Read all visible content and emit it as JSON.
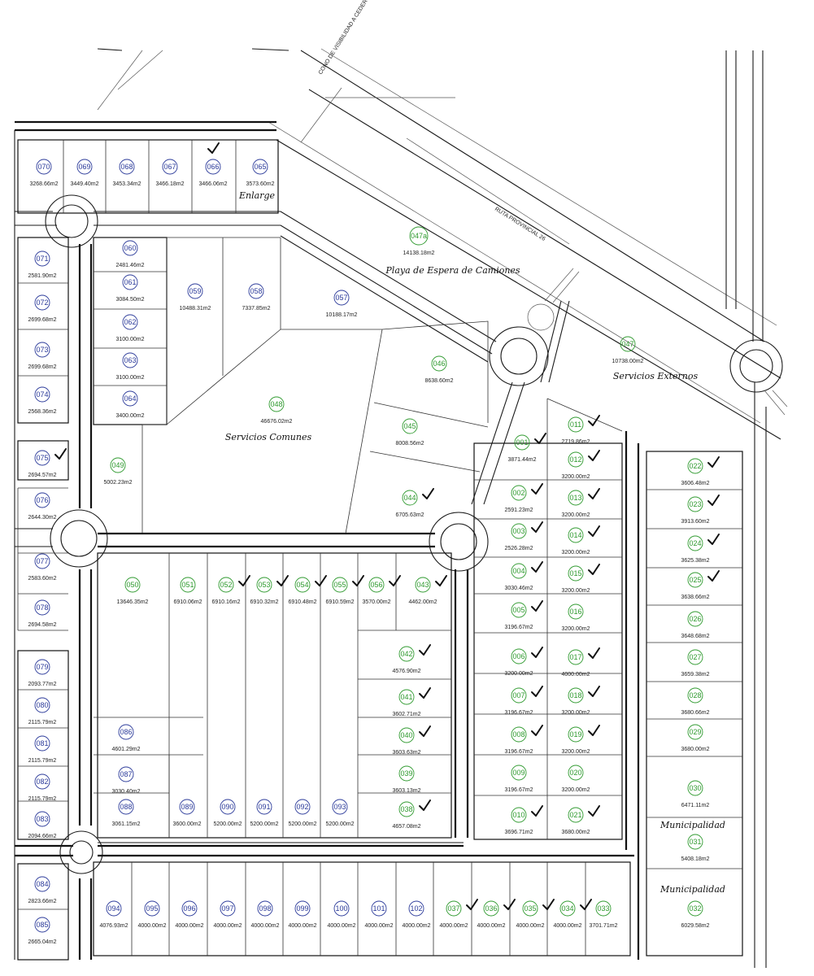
{
  "map": {
    "road_labels": {
      "route": "RUTA PROVINCIAL 26",
      "control": "CONO DE VISIBILIDAD A CEDER"
    },
    "zone_labels": {
      "truck_wait": "Playa de Espera de Camiones",
      "common_services": "Servicios Comunes",
      "external_services": "Servicios Externos",
      "municipal_1": "Municipalidad",
      "municipal_2": "Municipalidad",
      "enlarge": "Enlarge"
    },
    "lots": [
      {
        "id": "070",
        "area": "3268.66m2",
        "color": "blue",
        "check": false
      },
      {
        "id": "069",
        "area": "3449.40m2",
        "color": "blue",
        "check": false
      },
      {
        "id": "068",
        "area": "3453.34m2",
        "color": "blue",
        "check": false
      },
      {
        "id": "067",
        "area": "3466.18m2",
        "color": "blue",
        "check": false
      },
      {
        "id": "066",
        "area": "3466.06m2",
        "color": "blue",
        "check": true
      },
      {
        "id": "065",
        "area": "3573.60m2",
        "color": "blue",
        "check": false
      },
      {
        "id": "047a",
        "area": "14138.18m2",
        "color": "green",
        "check": false
      },
      {
        "id": "060",
        "area": "2481.46m2",
        "color": "blue",
        "check": false
      },
      {
        "id": "061",
        "area": "3084.50m2",
        "color": "blue",
        "check": false
      },
      {
        "id": "062",
        "area": "3100.00m2",
        "color": "blue",
        "check": false
      },
      {
        "id": "063",
        "area": "3100.00m2",
        "color": "blue",
        "check": false
      },
      {
        "id": "064",
        "area": "3400.00m2",
        "color": "blue",
        "check": false
      },
      {
        "id": "059",
        "area": "10488.31m2",
        "color": "blue",
        "check": false
      },
      {
        "id": "058",
        "area": "7337.85m2",
        "color": "blue",
        "check": false
      },
      {
        "id": "057",
        "area": "10188.17m2",
        "color": "blue",
        "check": false
      },
      {
        "id": "071",
        "area": "2581.90m2",
        "color": "blue",
        "check": false
      },
      {
        "id": "072",
        "area": "2699.68m2",
        "color": "blue",
        "check": false
      },
      {
        "id": "073",
        "area": "2699.68m2",
        "color": "blue",
        "check": false
      },
      {
        "id": "074",
        "area": "2568.36m2",
        "color": "blue",
        "check": false
      },
      {
        "id": "046",
        "area": "8638.60m2",
        "color": "green",
        "check": false
      },
      {
        "id": "047",
        "area": "10738.00m2",
        "color": "green",
        "check": false
      },
      {
        "id": "048",
        "area": "46676.02m2",
        "color": "green",
        "check": false
      },
      {
        "id": "045",
        "area": "8008.56m2",
        "color": "green",
        "check": false
      },
      {
        "id": "044",
        "area": "6705.63m2",
        "color": "green",
        "check": true
      },
      {
        "id": "049",
        "area": "5002.23m2",
        "color": "green",
        "check": false
      },
      {
        "id": "075",
        "area": "2694.57m2",
        "color": "blue",
        "check": true
      },
      {
        "id": "076",
        "area": "2644.30m2",
        "color": "blue",
        "check": false
      },
      {
        "id": "077",
        "area": "2583.60m2",
        "color": "blue",
        "check": false
      },
      {
        "id": "078",
        "area": "2694.58m2",
        "color": "blue",
        "check": false
      },
      {
        "id": "011",
        "area": "2719.86m2",
        "color": "green",
        "check": true
      },
      {
        "id": "001",
        "area": "3871.44m2",
        "color": "green",
        "check": true
      },
      {
        "id": "012",
        "area": "3200.00m2",
        "color": "green",
        "check": true
      },
      {
        "id": "002",
        "area": "2591.23m2",
        "color": "green",
        "check": true
      },
      {
        "id": "013",
        "area": "3200.00m2",
        "color": "green",
        "check": true
      },
      {
        "id": "003",
        "area": "2526.28m2",
        "color": "green",
        "check": true
      },
      {
        "id": "014",
        "area": "3200.00m2",
        "color": "green",
        "check": true
      },
      {
        "id": "004",
        "area": "3030.46m2",
        "color": "green",
        "check": true
      },
      {
        "id": "015",
        "area": "3200.00m2",
        "color": "green",
        "check": true
      },
      {
        "id": "005",
        "area": "3196.67m2",
        "color": "green",
        "check": true
      },
      {
        "id": "016",
        "area": "3200.00m2",
        "color": "green",
        "check": false
      },
      {
        "id": "006",
        "area": "3200.00m2",
        "color": "green",
        "check": true
      },
      {
        "id": "017",
        "area": "4000.00m2",
        "color": "green",
        "check": true
      },
      {
        "id": "007",
        "area": "3196.67m2",
        "color": "green",
        "check": true
      },
      {
        "id": "018",
        "area": "3200.00m2",
        "color": "green",
        "check": true
      },
      {
        "id": "008",
        "area": "3196.67m2",
        "color": "green",
        "check": true
      },
      {
        "id": "019",
        "area": "3200.00m2",
        "color": "green",
        "check": true
      },
      {
        "id": "009",
        "area": "3196.67m2",
        "color": "green",
        "check": false
      },
      {
        "id": "020",
        "area": "3200.00m2",
        "color": "green",
        "check": false
      },
      {
        "id": "010",
        "area": "3696.71m2",
        "color": "green",
        "check": true
      },
      {
        "id": "021",
        "area": "3680.00m2",
        "color": "green",
        "check": true
      },
      {
        "id": "022",
        "area": "3606.48m2",
        "color": "green",
        "check": true
      },
      {
        "id": "023",
        "area": "3913.60m2",
        "color": "green",
        "check": true
      },
      {
        "id": "024",
        "area": "3625.38m2",
        "color": "green",
        "check": true
      },
      {
        "id": "025",
        "area": "3638.66m2",
        "color": "green",
        "check": true
      },
      {
        "id": "026",
        "area": "3648.68m2",
        "color": "green",
        "check": false
      },
      {
        "id": "027",
        "area": "3659.38m2",
        "color": "green",
        "check": false
      },
      {
        "id": "028",
        "area": "3680.66m2",
        "color": "green",
        "check": false
      },
      {
        "id": "029",
        "area": "3680.00m2",
        "color": "green",
        "check": false
      },
      {
        "id": "030",
        "area": "6471.11m2",
        "color": "green",
        "check": false
      },
      {
        "id": "031",
        "area": "5408.18m2",
        "color": "green",
        "check": false
      },
      {
        "id": "032",
        "area": "6029.58m2",
        "color": "green",
        "check": false
      },
      {
        "id": "050",
        "area": "13646.35m2",
        "color": "green",
        "check": false
      },
      {
        "id": "051",
        "area": "6910.06m2",
        "color": "green",
        "check": false
      },
      {
        "id": "052",
        "area": "6910.16m2",
        "color": "green",
        "check": true
      },
      {
        "id": "053",
        "area": "6910.32m2",
        "color": "green",
        "check": true
      },
      {
        "id": "054",
        "area": "6910.48m2",
        "color": "green",
        "check": true
      },
      {
        "id": "055",
        "area": "6910.59m2",
        "color": "green",
        "check": true
      },
      {
        "id": "056",
        "area": "3570.00m2",
        "color": "green",
        "check": true
      },
      {
        "id": "043",
        "area": "4462.00m2",
        "color": "green",
        "check": true
      },
      {
        "id": "042",
        "area": "4576.90m2",
        "color": "green",
        "check": true
      },
      {
        "id": "041",
        "area": "3602.71m2",
        "color": "green",
        "check": true
      },
      {
        "id": "040",
        "area": "3603.63m2",
        "color": "green",
        "check": true
      },
      {
        "id": "039",
        "area": "3603.13m2",
        "color": "green",
        "check": false
      },
      {
        "id": "038",
        "area": "4657.08m2",
        "color": "green",
        "check": true
      },
      {
        "id": "079",
        "area": "2093.77m2",
        "color": "blue",
        "check": false
      },
      {
        "id": "080",
        "area": "2115.79m2",
        "color": "blue",
        "check": false
      },
      {
        "id": "081",
        "area": "2115.79m2",
        "color": "blue",
        "check": false
      },
      {
        "id": "082",
        "area": "2115.79m2",
        "color": "blue",
        "check": false
      },
      {
        "id": "083",
        "area": "2094.66m2",
        "color": "blue",
        "check": false
      },
      {
        "id": "086",
        "area": "4601.29m2",
        "color": "blue",
        "check": false
      },
      {
        "id": "087",
        "area": "3030.40m2",
        "color": "blue",
        "check": false
      },
      {
        "id": "088",
        "area": "3061.15m2",
        "color": "blue",
        "check": false
      },
      {
        "id": "089",
        "area": "3600.00m2",
        "color": "blue",
        "check": false
      },
      {
        "id": "090",
        "area": "5200.00m2",
        "color": "blue",
        "check": false
      },
      {
        "id": "091",
        "area": "5200.00m2",
        "color": "blue",
        "check": false
      },
      {
        "id": "092",
        "area": "5200.00m2",
        "color": "blue",
        "check": false
      },
      {
        "id": "093",
        "area": "5200.00m2",
        "color": "blue",
        "check": false
      },
      {
        "id": "084",
        "area": "2823.66m2",
        "color": "blue",
        "check": false
      },
      {
        "id": "085",
        "area": "2665.04m2",
        "color": "blue",
        "check": false
      },
      {
        "id": "094",
        "area": "4076.93m2",
        "color": "blue",
        "check": false
      },
      {
        "id": "095",
        "area": "4000.00m2",
        "color": "blue",
        "check": false
      },
      {
        "id": "096",
        "area": "4000.00m2",
        "color": "blue",
        "check": false
      },
      {
        "id": "097",
        "area": "4000.00m2",
        "color": "blue",
        "check": false
      },
      {
        "id": "098",
        "area": "4000.00m2",
        "color": "blue",
        "check": false
      },
      {
        "id": "099",
        "area": "4000.00m2",
        "color": "blue",
        "check": false
      },
      {
        "id": "100",
        "area": "4000.00m2",
        "color": "blue",
        "check": false
      },
      {
        "id": "101",
        "area": "4000.00m2",
        "color": "blue",
        "check": false
      },
      {
        "id": "102",
        "area": "4000.00m2",
        "color": "blue",
        "check": false
      },
      {
        "id": "037",
        "area": "4000.00m2",
        "color": "green",
        "check": true
      },
      {
        "id": "036",
        "area": "4000.00m2",
        "color": "green",
        "check": true
      },
      {
        "id": "035",
        "area": "4000.00m2",
        "color": "green",
        "check": true
      },
      {
        "id": "034",
        "area": "4000.00m2",
        "color": "green",
        "check": true
      },
      {
        "id": "033",
        "area": "3701.71m2",
        "color": "green",
        "check": false
      }
    ]
  }
}
